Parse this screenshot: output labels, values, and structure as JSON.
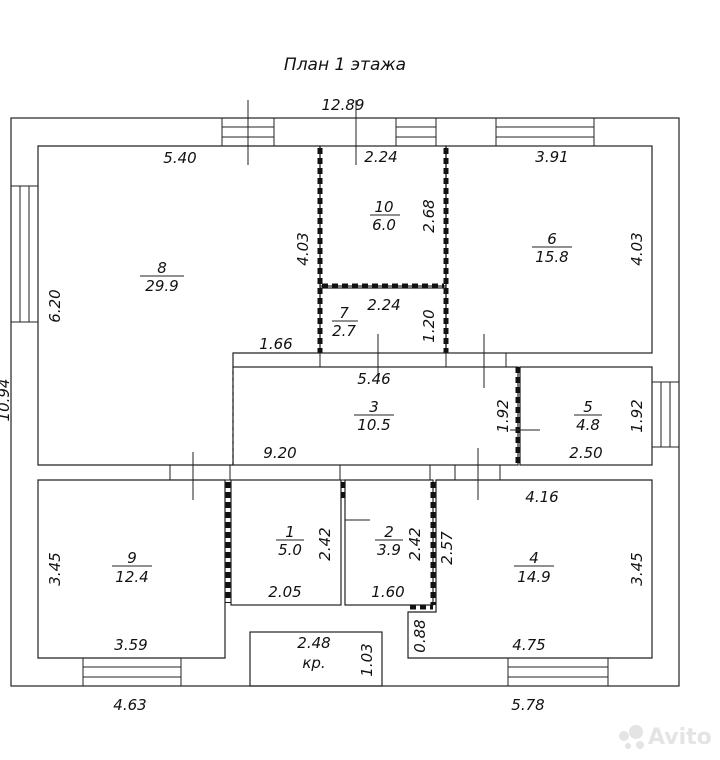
{
  "title": "План 1 этажа",
  "overall": {
    "width": "12.89",
    "height": "10.94",
    "bottom_left": "4.63",
    "bottom_right": "5.78"
  },
  "rooms": [
    {
      "id": "8",
      "num": "8",
      "area": "29.9"
    },
    {
      "id": "10",
      "num": "10",
      "area": "6.0"
    },
    {
      "id": "6",
      "num": "6",
      "area": "15.8"
    },
    {
      "id": "7",
      "num": "7",
      "area": "2.7"
    },
    {
      "id": "3",
      "num": "3",
      "area": "10.5"
    },
    {
      "id": "5",
      "num": "5",
      "area": "4.8"
    },
    {
      "id": "9",
      "num": "9",
      "area": "12.4"
    },
    {
      "id": "1",
      "num": "1",
      "area": "5.0"
    },
    {
      "id": "2",
      "num": "2",
      "area": "3.9"
    },
    {
      "id": "4",
      "num": "4",
      "area": "14.9"
    }
  ],
  "dims": {
    "r8_top": "5.40",
    "r8_left": "6.20",
    "r8_right": "4.03",
    "r8_bottom": "1.66",
    "r10_top": "2.24",
    "r10_right": "2.68",
    "r7_top": "2.24",
    "r7_right": "1.20",
    "r6_top": "3.91",
    "r6_right": "4.03",
    "r3_top": "5.46",
    "r3_bottom": "9.20",
    "r3_right": "1.92",
    "r5_right": "1.92",
    "r5_bottom": "2.50",
    "r9_left": "3.45",
    "r9_bottom": "3.59",
    "r1_right": "2.42",
    "r1_bottom": "2.05",
    "r2_right": "2.42",
    "r2_bottom": "1.60",
    "r2_right2": "2.57",
    "r4_top": "4.16",
    "r4_right": "3.45",
    "r4_bottom": "4.75",
    "r4_step": "0.88",
    "porch_top": "2.48",
    "porch_label": "кр.",
    "porch_right": "1.03"
  },
  "watermark": "Avito"
}
